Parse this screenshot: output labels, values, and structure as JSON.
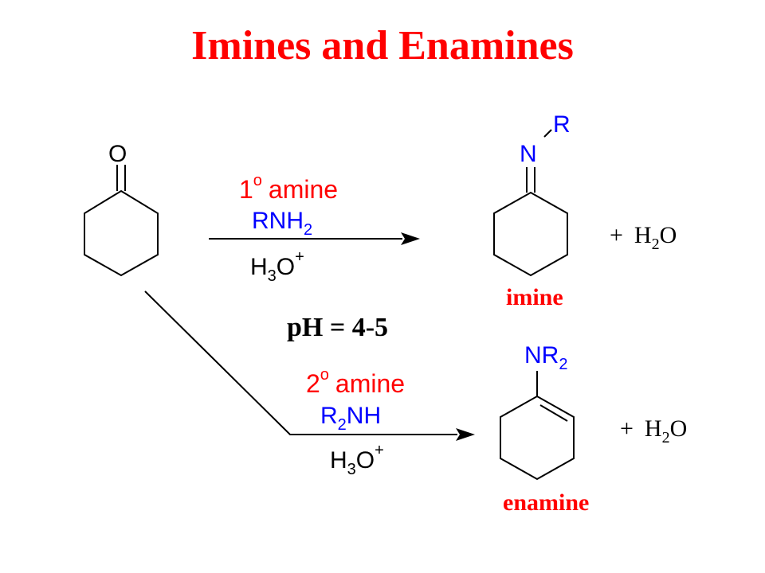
{
  "title": "Imines and Enamines",
  "colors": {
    "red": "#ff0000",
    "blue": "#0000ff",
    "black": "#000000"
  },
  "ketone": {
    "oxygen": "O"
  },
  "imine_reaction": {
    "reagent_degree": "1",
    "reagent_degree_sup": "o",
    "reagent_name": "amine",
    "reagent_formula_main": "RNH",
    "reagent_formula_sub": "2",
    "catalyst_h": "H",
    "catalyst_sub": "3",
    "catalyst_o": "O",
    "catalyst_sup": "+",
    "product_n": "N",
    "product_r": "R",
    "byproduct_plus": "+",
    "byproduct_h": "H",
    "byproduct_sub": "2",
    "byproduct_o": "O",
    "product_label": "imine"
  },
  "ph_condition": "pH = 4-5",
  "enamine_reaction": {
    "reagent_degree": "2",
    "reagent_degree_sup": "o",
    "reagent_name": "amine",
    "reagent_formula_r": "R",
    "reagent_formula_sub": "2",
    "reagent_formula_nh": "NH",
    "catalyst_h": "H",
    "catalyst_sub": "3",
    "catalyst_o": "O",
    "catalyst_sup": "+",
    "product_nr": "NR",
    "product_nr_sub": "2",
    "byproduct_plus": "+",
    "byproduct_h": "H",
    "byproduct_sub": "2",
    "byproduct_o": "O",
    "product_label": "enamine"
  }
}
